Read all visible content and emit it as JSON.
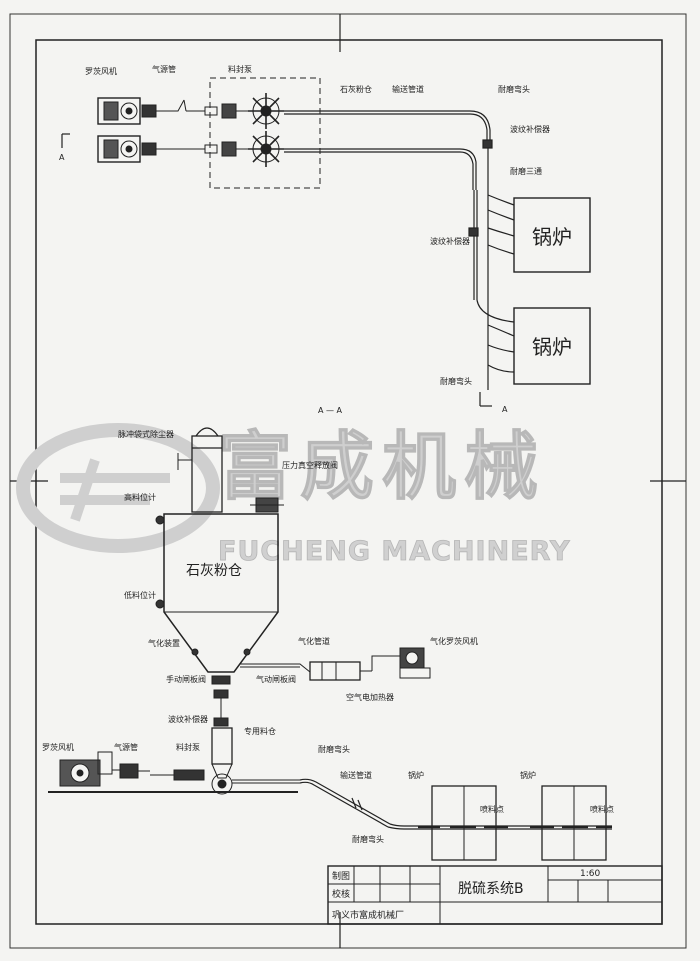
{
  "watermark": {
    "brand_cn": "富成机械",
    "brand_en": "FUCHENG MACHINERY"
  },
  "top_section": {
    "roots_blower": "罗茨风机",
    "air_pipe": "气源管",
    "feed_pump": "料封泵",
    "lime_silo": "石灰粉仓",
    "conveying_pipe": "输送管道",
    "wear_elbow_top": "耐磨弯头",
    "bellows_comp_1": "波纹补偿器",
    "wear_tee": "耐磨三通",
    "bellows_comp_2": "波纹补偿器",
    "wear_elbow_bottom": "耐磨弯头",
    "boiler_1": "锅炉",
    "boiler_2": "锅炉",
    "section_mark_left": "A",
    "section_mark_right": "A"
  },
  "bottom_section": {
    "section_title": "A — A",
    "pulse_filter": "脉冲袋式除尘器",
    "pressure_valve": "压力真空释放阀",
    "high_level": "高料位计",
    "silo": "石灰粉仓",
    "low_level": "低料位计",
    "gasify_device": "气化装置",
    "gasify_pipe": "气化管道",
    "gasify_blower": "气化罗茨风机",
    "manual_gate": "手动闸板阀",
    "pneumatic_gate": "气动闸板阀",
    "air_heater": "空气电加热器",
    "bellows": "波纹补偿器",
    "special_bin": "专用料仓",
    "roots_blower": "罗茨风机",
    "air_pipe": "气源管",
    "feed_pump": "料封泵",
    "wear_elbow_1": "耐磨弯头",
    "conveying_pipe": "输送管道",
    "wear_elbow_2": "耐磨弯头",
    "boiler_1": "锅炉",
    "boiler_2": "锅炉",
    "spray_point_1": "喷料点",
    "spray_point_2": "喷料点"
  },
  "title_block": {
    "drawn_label": "制图",
    "check_label": "校核",
    "title": "脱硫系统B",
    "scale": "1:60",
    "company": "巩义市富成机械厂"
  }
}
